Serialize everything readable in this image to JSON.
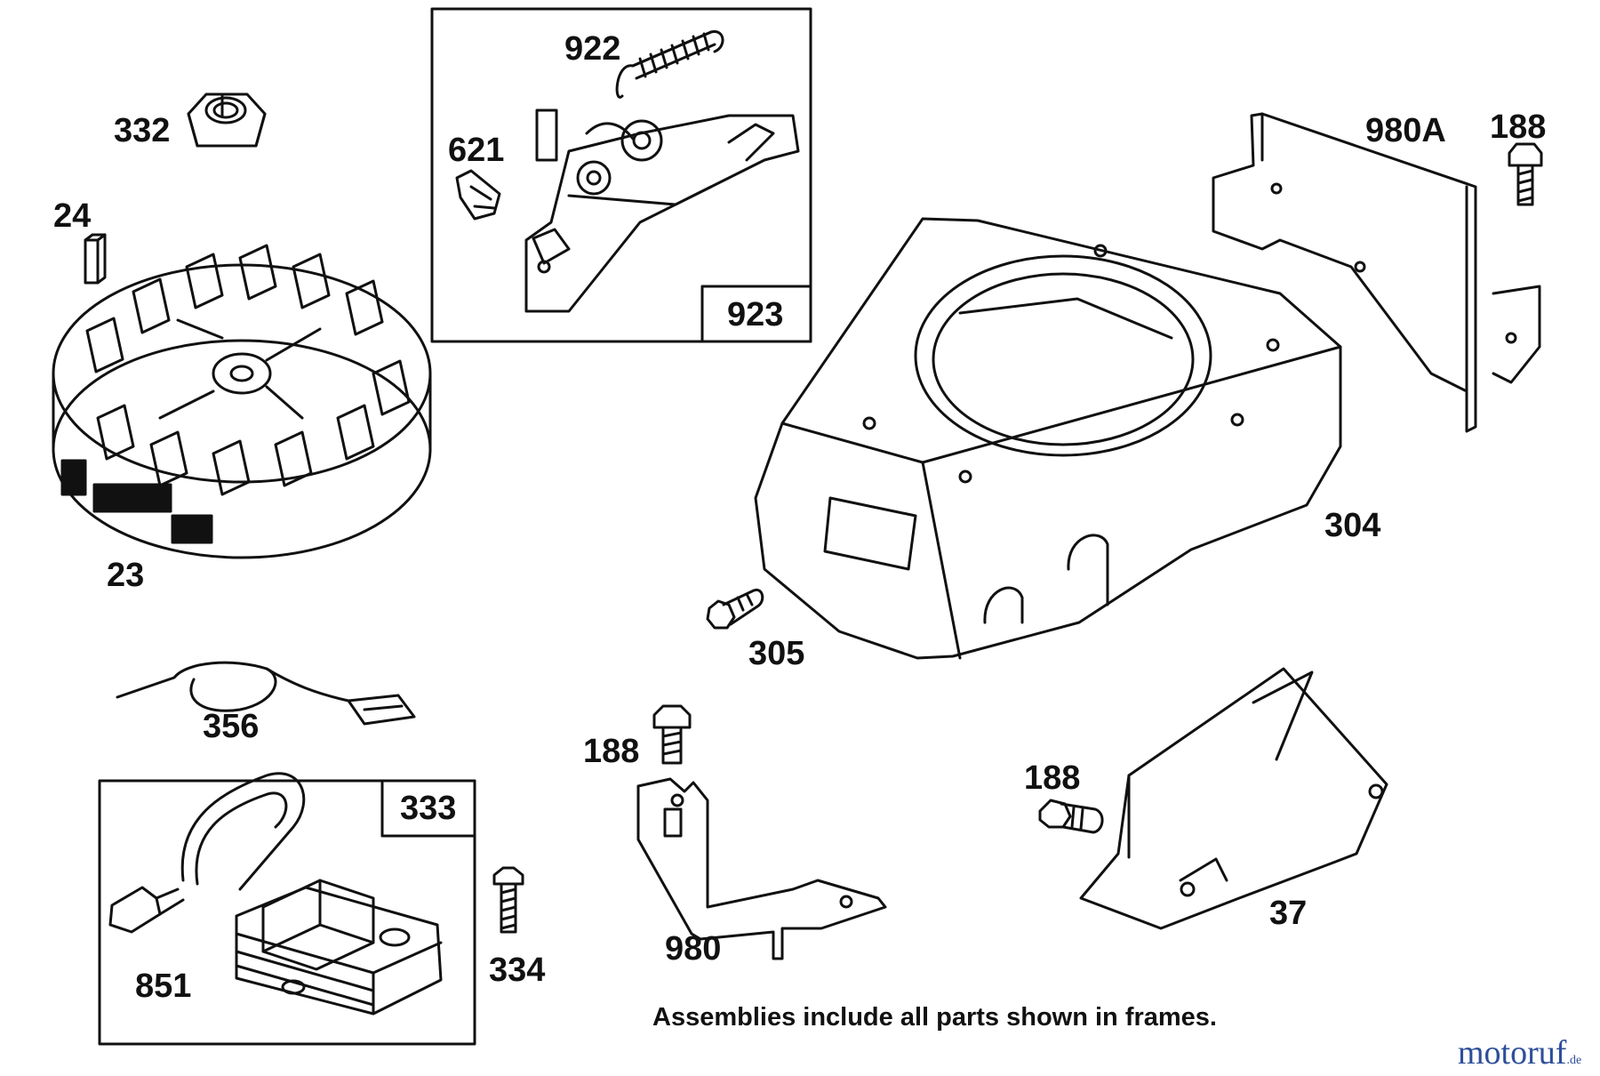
{
  "labels": {
    "p922": "922",
    "p621": "621",
    "p923": "923",
    "p332": "332",
    "p24": "24",
    "p23": "23",
    "p980A": "980A",
    "p188_top": "188",
    "p304": "304",
    "p305": "305",
    "p356": "356",
    "p333": "333",
    "p851": "851",
    "p334": "334",
    "p188_mid": "188",
    "p980": "980",
    "p188_right": "188",
    "p37": "37"
  },
  "note": "Assemblies include all parts shown in frames.",
  "logo": {
    "name": "motoruf",
    "tld": ".de",
    "color": "#2d4f9a"
  }
}
